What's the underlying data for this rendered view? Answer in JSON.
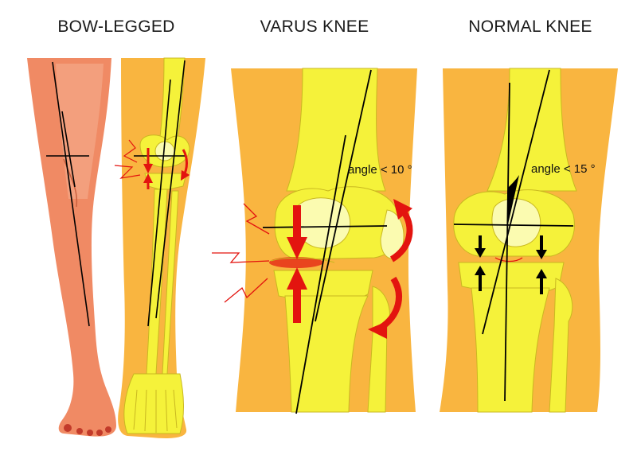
{
  "titles": {
    "bow_legged": "BOW-LEGGED",
    "varus_knee": "VARUS KNEE",
    "normal_knee": "NORMAL KNEE"
  },
  "annotations": {
    "varus_angle": "angle < 10 °",
    "normal_angle": "angle < 15 °"
  },
  "colors": {
    "skin": "#f08a64",
    "skin_highlight": "#f6b192",
    "tissue": "#f9b540",
    "bone": "#f5f23a",
    "bone_outline": "#c9b820",
    "cartilage": "#fbfbb0",
    "pain_red": "#e3140f",
    "axis_line": "#000000"
  }
}
